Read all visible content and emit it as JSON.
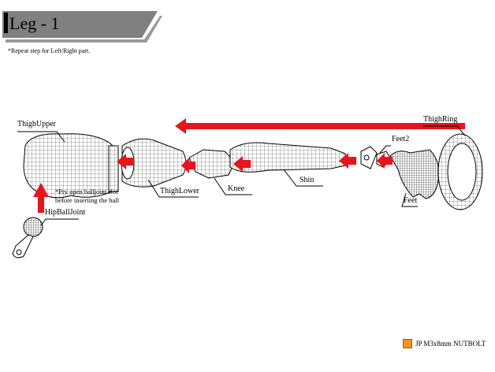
{
  "header": {
    "title": "Leg - 1",
    "note": "*Repeat step for Left/Right part."
  },
  "parts": {
    "thigh_upper": "ThighUpper",
    "thigh_lower": "ThighLower",
    "knee": "Knee",
    "shin": "Shin",
    "feet2": "Feet2",
    "feet": "Feet",
    "thigh_ring": "ThighRing",
    "hip_ball_joint": "HipBallJoint"
  },
  "instructions": {
    "pry_line1": "*Pry open balljoint slot",
    "pry_line2": "before inserting the ball"
  },
  "legend": {
    "label": "JP M3x8mm NUTBOLT",
    "color": "#f7941d"
  },
  "colors": {
    "arrow": "#e8141b",
    "banner": "#808080"
  }
}
